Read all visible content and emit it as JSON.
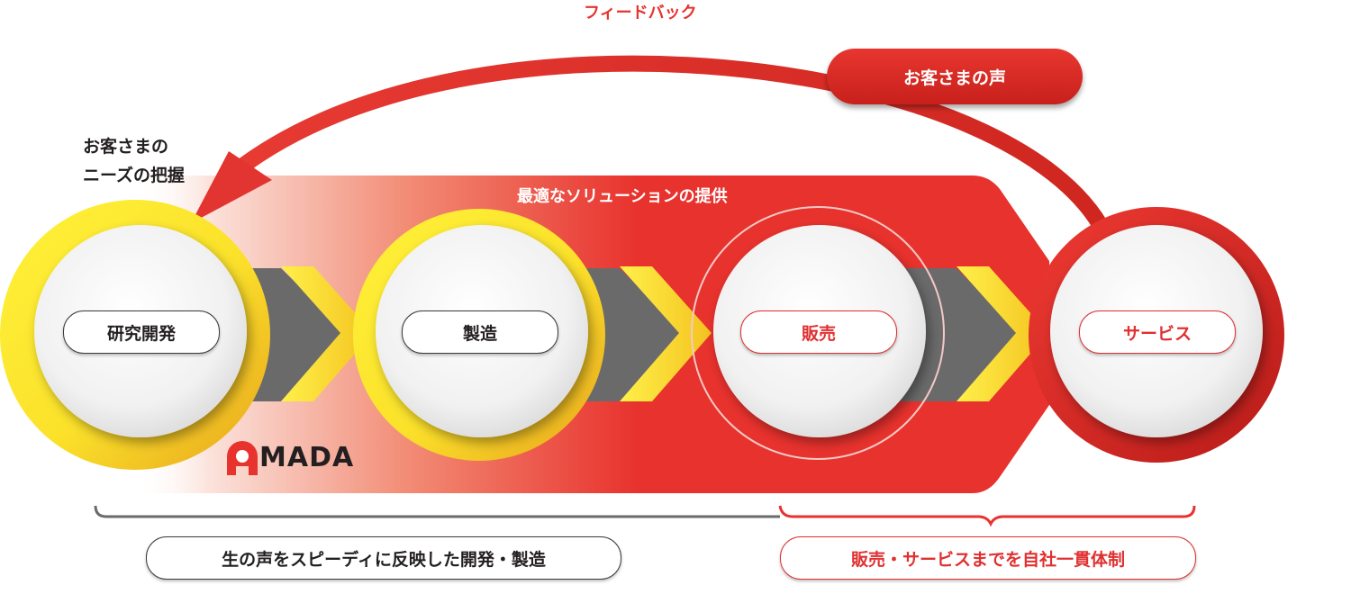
{
  "feedback_label": "フィードバック",
  "customer_voice": "お客さまの声",
  "needs_label_line1": "お客さまの",
  "needs_label_line2": "ニーズの把握",
  "solution_label": "最適なソリューションの提供",
  "steps": [
    {
      "label": "研究開発"
    },
    {
      "label": "製造"
    },
    {
      "label": "販売"
    },
    {
      "label": "サービス"
    }
  ],
  "logo_text": "MADA",
  "bottom_left": "生の声をスピーディに反映した開発・製造",
  "bottom_right": "販売・サービスまでを自社一貫体制",
  "colors": {
    "red": "#e8322d",
    "yellow": "#fde92a",
    "gray": "#6b6a6b",
    "dark": "#231f20"
  }
}
